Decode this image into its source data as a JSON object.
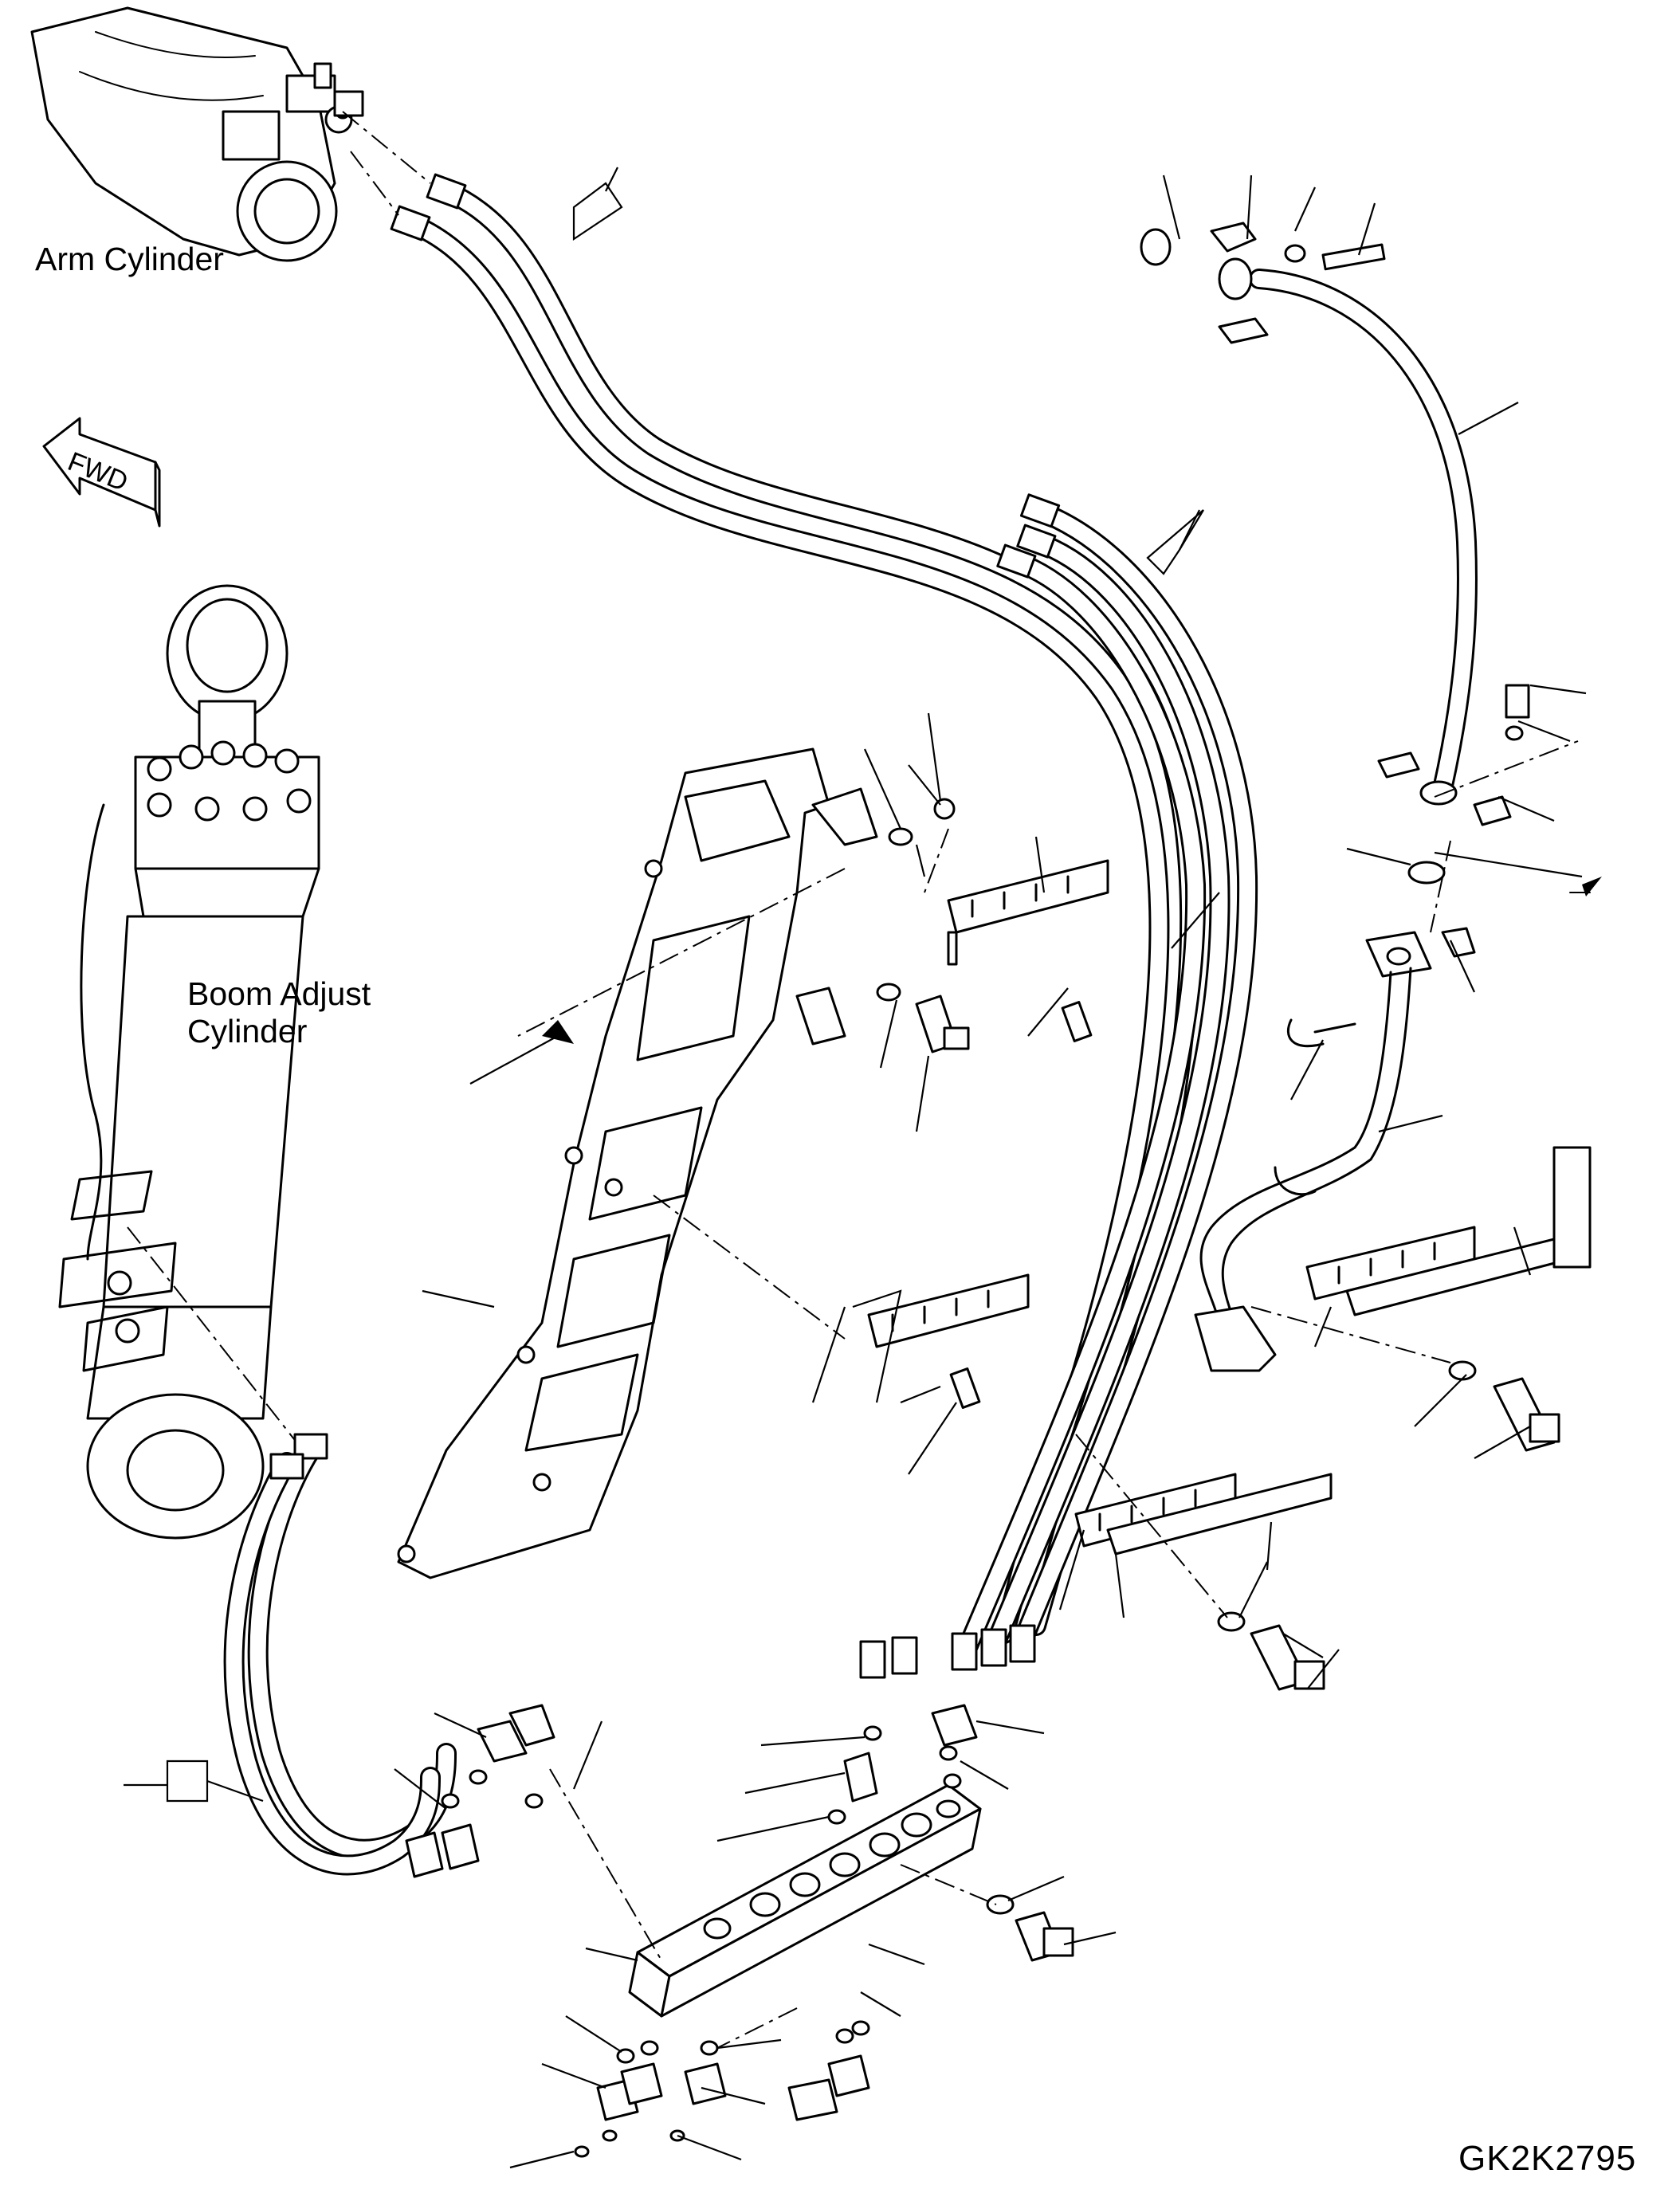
{
  "labels": {
    "arm_cylinder": "Arm Cylinder",
    "boom_adjust_line1": "Boom Adjust",
    "boom_adjust_line2": "Cylinder",
    "fwd": "FWD",
    "drawing_code": "GK2K2795"
  }
}
